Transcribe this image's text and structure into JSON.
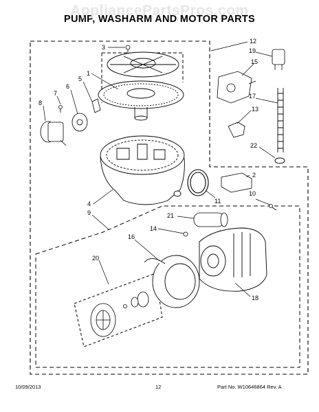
{
  "watermark": "AppliancePartsPros.com",
  "title": "PUMP, WASHARM AND MOTOR PARTS",
  "callouts": [
    "1",
    "2",
    "3",
    "4",
    "5",
    "6",
    "7",
    "8",
    "9",
    "10",
    "11",
    "12",
    "13",
    "14",
    "15",
    "16",
    "17",
    "18",
    "19",
    "20",
    "21",
    "22"
  ],
  "footer": {
    "date": "10/09/2013",
    "page": "12",
    "part_number": "Part No.  W10646864  Rev.  A"
  }
}
